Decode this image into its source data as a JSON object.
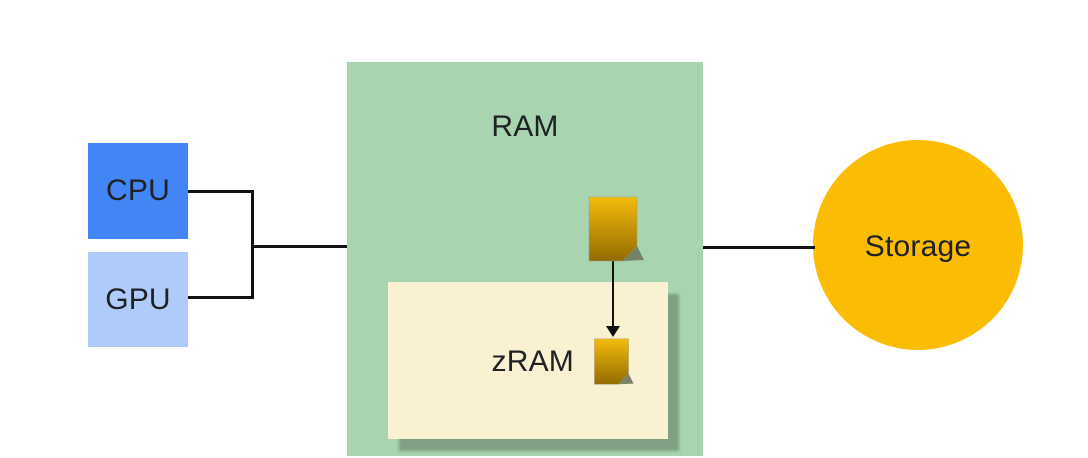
{
  "diagram": {
    "background": "#ffffff",
    "text_color": "#202124",
    "line_color": "#111111",
    "nodes": {
      "cpu": {
        "label": "CPU",
        "color": "#4285F4"
      },
      "gpu": {
        "label": "GPU",
        "color": "#AECBFA"
      },
      "ram": {
        "label": "RAM",
        "color": "#A8D5AF"
      },
      "zram": {
        "label": "zRAM",
        "color": "#FAF0D2"
      },
      "storage": {
        "label": "Storage",
        "color": "#FBBC04"
      }
    },
    "icons": {
      "memory_page": {
        "name": "memory-page-icon",
        "gold_top": "#F4BB0B",
        "gold_bottom": "#936C00",
        "fold_color": "#6F7A5F"
      }
    },
    "edges": [
      {
        "from": "CPU",
        "to": "RAM",
        "style": "line"
      },
      {
        "from": "GPU",
        "to": "RAM",
        "style": "line"
      },
      {
        "from": "RAM",
        "to": "Storage",
        "style": "line"
      },
      {
        "from": "RAM memory page",
        "to": "zRAM memory page",
        "style": "arrow-down"
      }
    ]
  }
}
